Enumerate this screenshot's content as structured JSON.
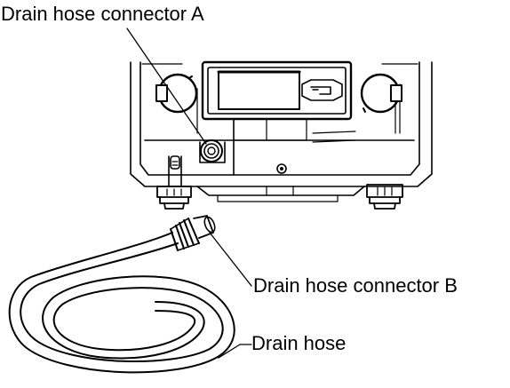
{
  "labels": {
    "connector_a": "Drain hose connector A",
    "connector_b": "Drain hose connector B",
    "hose": "Drain hose"
  },
  "colors": {
    "line": "#000000",
    "background": "#ffffff"
  }
}
